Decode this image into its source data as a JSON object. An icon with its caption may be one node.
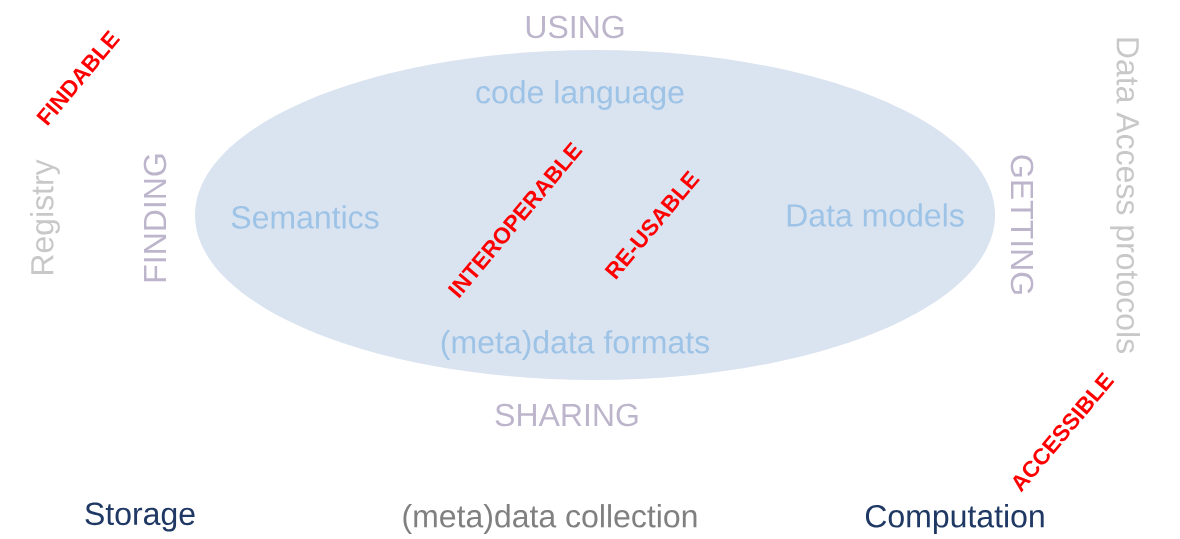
{
  "diagram": {
    "nodes": [
      {
        "text": [
          "code language",
          "Semantics",
          "Data models",
          "(meta)data formats"
        ]
      }
    ],
    "labels": [
      "USING",
      "Registry",
      "FINDABLE",
      "FINDING",
      "INTEROPERABLE",
      "RE-USABLE",
      "GETTING",
      "ACCESSIBLE",
      "Data Access protocols",
      "SHARING",
      "Storage",
      "(meta)data collection",
      "Computation"
    ]
  }
}
